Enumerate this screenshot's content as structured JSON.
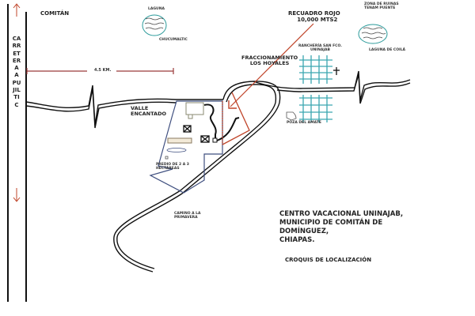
{
  "labels": {
    "city": "COMITÁN",
    "highway": "CARRETERA A PUJILTIC",
    "distance": "4.5 KM.",
    "lagoon1_top": "LAGUNA",
    "lagoon1_bottom": "CHUCUMALTIC",
    "red_box_line1": "RECUADRO ROJO",
    "red_box_line2": "10,000 MTS2",
    "ruins_line1": "ZONA DE RUINAS",
    "ruins_line2": "TENAM PUENTE",
    "lagoon2": "LAGUNA DE COILÁ",
    "rancheria_line1": "RANCHERÍA SAN FCO.",
    "rancheria_line2": "UNINAJAB",
    "fracc_line1": "FRACCIONAMIENTO",
    "fracc_line2": "LOS HOYALES",
    "valle_line1": "VALLE",
    "valle_line2": "ENCANTADO",
    "poza": "POZA DEL AMATE",
    "predio_line1": "PREDIO DE 2 A 3",
    "predio_line2": "HECTÁREAS",
    "camino_line1": "CAMINO A LA",
    "camino_line2": "PRIMAVERA"
  },
  "info": {
    "line1": "CENTRO VACACIONAL UNINAJAB,",
    "line2": "MUNICIPIO DE COMITÁN DE",
    "line3": "DOMÍNGUEZ,",
    "line4": "CHIAPAS.",
    "caption": "CROQUIS DE LOCALIZACIÓN"
  },
  "colors": {
    "road": "#111111",
    "red": "#c0452a",
    "parcel": "#3f4f7f",
    "water": "#2a9a9a",
    "grid": "#3aa6b0"
  }
}
